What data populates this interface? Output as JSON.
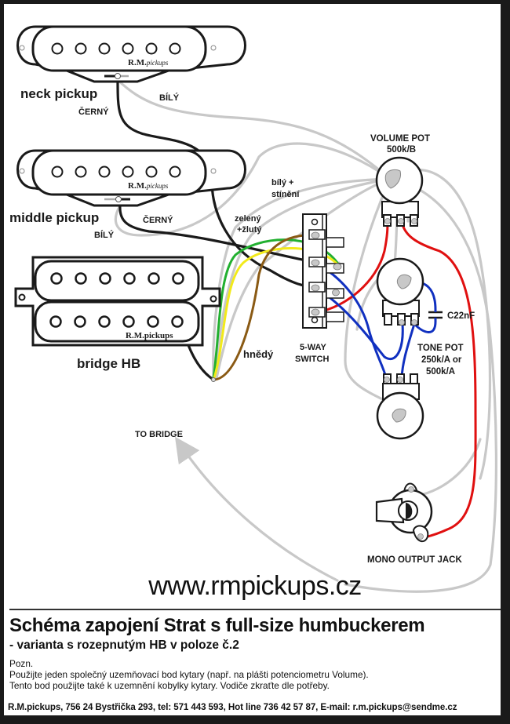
{
  "labels": {
    "neck_pickup": "neck pickup",
    "middle_pickup": "middle pickup",
    "bridge_pickup": "bridge HB",
    "brand_script": "R.M.",
    "brand_script_suffix": "pickups",
    "hb_brand": "R.M.pickups",
    "neck_black": "ČERNÝ",
    "neck_white": "BÍLÝ",
    "middle_black": "ČERNÝ",
    "middle_white": "BÍLÝ",
    "white_shield_1": "bílý +",
    "white_shield_2": "stínění",
    "green_yellow_1": "zelený",
    "green_yellow_2": "+žlutý",
    "brown": "hnědý",
    "switch_1": "5-WAY",
    "switch_2": "SWITCH",
    "volume_1": "VOLUME POT",
    "volume_2": "500k/B",
    "tone_1": "TONE POT",
    "tone_2": "250k/A or",
    "tone_3": "500k/A",
    "capacitor": "C22nF",
    "to_bridge": "TO BRIDGE",
    "jack": "MONO OUTPUT JACK"
  },
  "wire_colors": {
    "black": "#1a1a1a",
    "white": "#c8c8c8",
    "red": "#e01010",
    "blue": "#1030c0",
    "green": "#22b030",
    "yellow": "#f2ea1a",
    "brown": "#8a5a14"
  },
  "footer": {
    "website": "www.rmpickups.cz",
    "title": "Schéma zapojení Strat s full-size humbuckerem",
    "subtitle": "- varianta s rozepnutým HB v poloze č.2",
    "note_heading": "Pozn.",
    "note_line_1": "Použijte jeden společný uzemňovací bod kytary (např. na plášti potenciometru Volume).",
    "note_line_2": "Tento bod použijte také k uzemnění kobylky kytary. Vodiče  zkraťte dle potřeby.",
    "contact": "R.M.pickups, 756 24 Bystřička 293, tel: 571 443 593, Hot line 736 42 57 87, E-mail: r.m.pickups@sendme.cz"
  }
}
